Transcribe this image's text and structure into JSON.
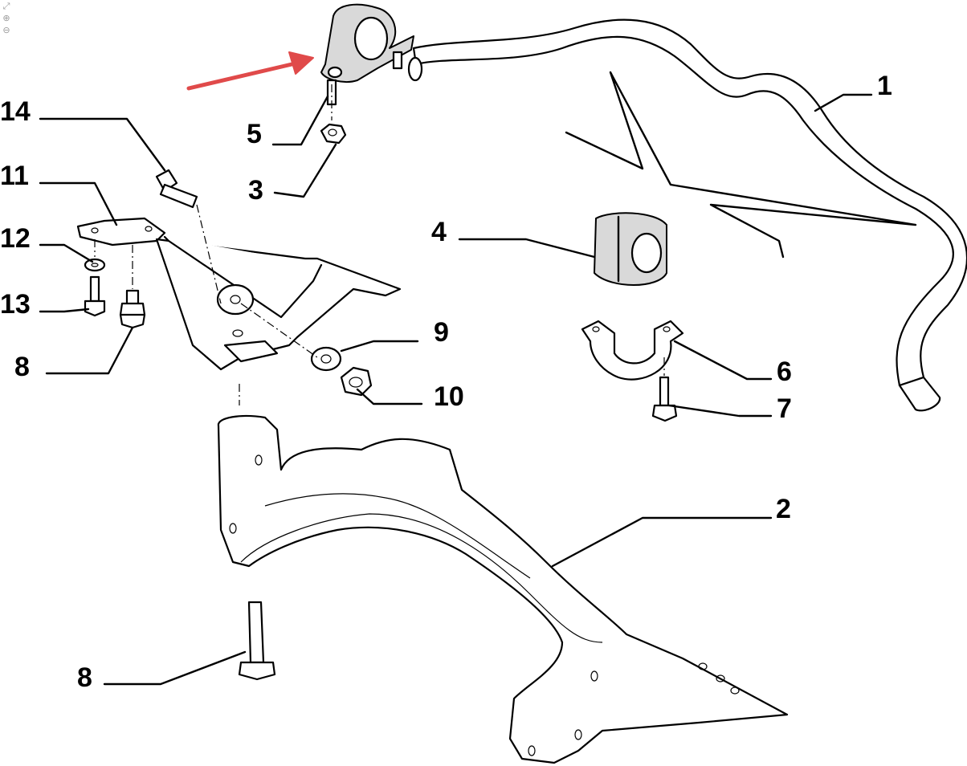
{
  "toolbar": {
    "icons": [
      "fit-to-window-icon",
      "zoom-in-icon",
      "zoom-out-icon"
    ]
  },
  "callouts": {
    "c1": "1",
    "c2": "2",
    "c3": "3",
    "c4": "4",
    "c5": "5",
    "c6": "6",
    "c7": "7",
    "c8a": "8",
    "c8b": "8",
    "c9": "9",
    "c10": "10",
    "c11": "11",
    "c12": "12",
    "c13": "13",
    "c14": "14"
  },
  "colors": {
    "arrow": "#e04a4a",
    "line": "#000000",
    "background": "#ffffff",
    "part_shade": "#d9d9d9"
  }
}
